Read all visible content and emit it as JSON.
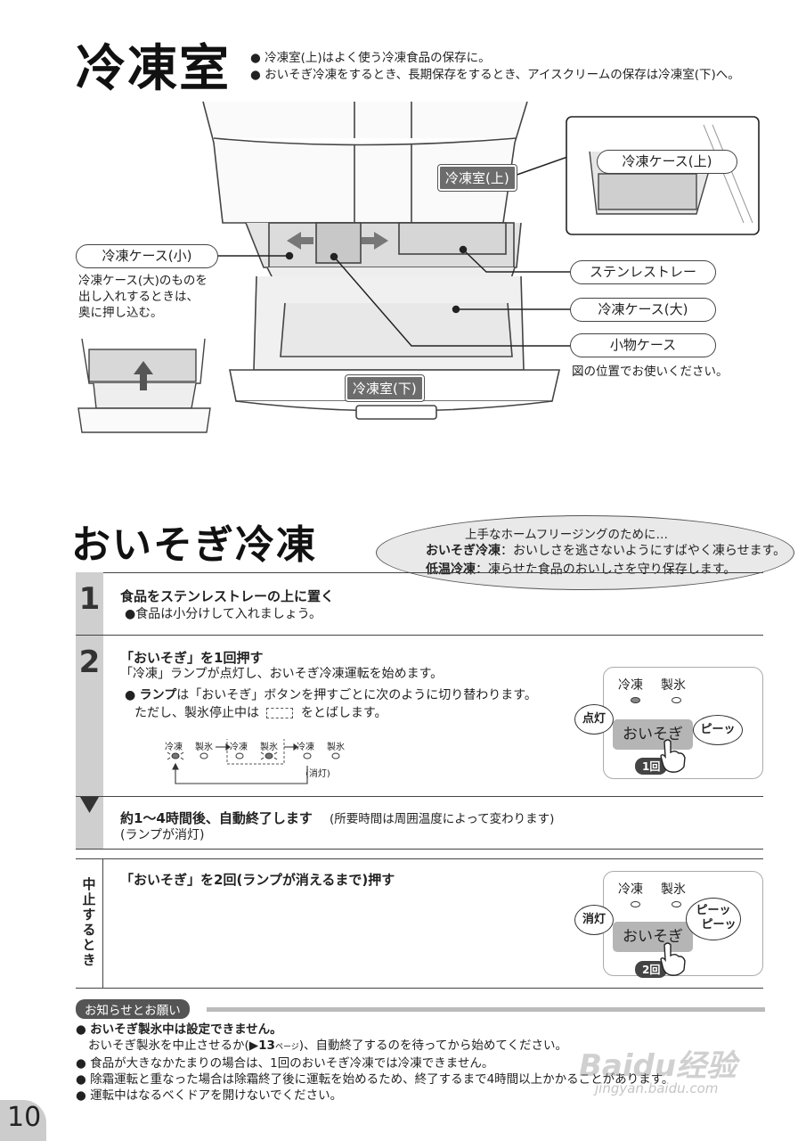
{
  "freezer": {
    "title": "冷凍室",
    "bullets": [
      "冷凍室(上)はよく使う冷凍食品の保存に。",
      "おいそぎ冷凍をするとき、長期保存をするとき、アイスクリームの保存は冷凍室(下)へ。"
    ],
    "labels": {
      "upper_room": "冷凍室(上)",
      "lower_room": "冷凍室(下)",
      "upper_case": "冷凍ケース(上)",
      "small_case": "冷凍ケース(小)",
      "stainless_tray": "ステンレストレー",
      "large_case": "冷凍ケース(大)",
      "accessory_case": "小物ケース"
    },
    "small_case_note": [
      "冷凍ケース(大)のものを",
      "出し入れするときは、",
      "奥に押し込む。"
    ],
    "position_note": "図の位置でお使いください。"
  },
  "quick_freeze": {
    "title": "おいそぎ冷凍",
    "tip": {
      "heading": "上手なホームフリージングのために…",
      "line1_term": "おいそぎ冷凍",
      "line1_text": "：おいしさを逃さないようにすばやく凍らせます。",
      "line2_term": "低温冷凍",
      "line2_text": "：凍らせた食品のおいしさを守り保存します。"
    },
    "step1": {
      "num": "1",
      "title": "食品をステンレストレーの上に置く",
      "sub": "●食品は小分けして入れましょう。"
    },
    "step2": {
      "num": "2",
      "title": "「おいそぎ」を1回押す",
      "line1": "「冷凍」ランプが点灯し、おいそぎ冷凍運転を始めます。",
      "line2_bold": "ランプ",
      "line2_rest": "は「おいそぎ」ボタンを押すごとに次のように切り替わります。",
      "line3a": "ただし、製氷停止中は",
      "line3b": "をとばします。",
      "seq": {
        "a1": "冷凍",
        "a2": "製氷",
        "b1": "冷凍",
        "b2": "製氷",
        "c1": "冷凍",
        "c2": "製氷",
        "off": "(消灯)"
      }
    },
    "step3": {
      "title": "約1～4時間後、自動終了します",
      "note": "(所要時間は周囲温度によって変わります)",
      "sub": "(ランプが消灯)"
    },
    "panel1": {
      "freeze": "冷凍",
      "ice": "製氷",
      "status": "点灯",
      "button": "おいそぎ",
      "sound": "ピーッ",
      "count": "1回"
    },
    "stop": {
      "side_label": "中止するとき",
      "title": "「おいそぎ」を2回(ランプが消えるまで)押す"
    },
    "panel2": {
      "freeze": "冷凍",
      "ice": "製氷",
      "status": "消灯",
      "button": "おいそぎ",
      "sound1": "ピーッ",
      "sound2": "ピーッ",
      "count": "2回"
    }
  },
  "notice": {
    "heading": "お知らせとお願い",
    "item1_bold": "おいそぎ製氷中は設定できません。",
    "item1_text_a": "おいそぎ製氷を中止させるか(",
    "item1_ref": "▶13",
    "item1_ref_unit": "ページ",
    "item1_text_b": ")、自動終了するのを待ってから始めてください。",
    "item2": "食品が大きなかたまりの場合は、1回のおいそぎ冷凍では冷凍できません。",
    "item3": "除霜運転と重なった場合は除霜終了後に運転を始めるため、終了するまで4時間以上かかることがあります。",
    "item4": "運転中はなるべくドアを開けないでください。"
  },
  "page_number": "10",
  "watermark": {
    "brand": "Baidu经验",
    "url": "jingyan.baidu.com"
  }
}
